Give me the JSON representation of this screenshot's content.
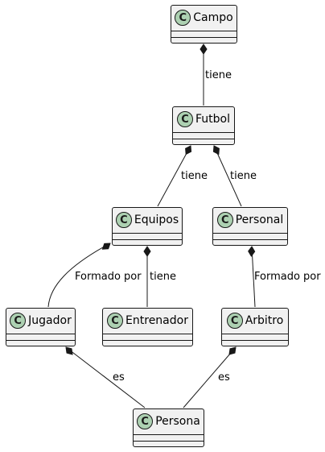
{
  "diagram": {
    "stereotype_glyph": "C",
    "classes": [
      {
        "id": "campo",
        "name": "Campo"
      },
      {
        "id": "futbol",
        "name": "Futbol"
      },
      {
        "id": "equipos",
        "name": "Equipos"
      },
      {
        "id": "personal",
        "name": "Personal"
      },
      {
        "id": "jugador",
        "name": "Jugador"
      },
      {
        "id": "entrenador",
        "name": "Entrenador"
      },
      {
        "id": "arbitro",
        "name": "Arbitro"
      },
      {
        "id": "persona",
        "name": "Persona"
      }
    ],
    "relations": [
      {
        "from": "campo",
        "to": "futbol",
        "type": "composition",
        "label": "tiene"
      },
      {
        "from": "futbol",
        "to": "equipos",
        "type": "composition",
        "label": "tiene"
      },
      {
        "from": "futbol",
        "to": "personal",
        "type": "composition",
        "label": "tiene"
      },
      {
        "from": "equipos",
        "to": "jugador",
        "type": "composition",
        "label": "Formado por"
      },
      {
        "from": "equipos",
        "to": "entrenador",
        "type": "composition",
        "label": "tiene"
      },
      {
        "from": "personal",
        "to": "arbitro",
        "type": "composition",
        "label": "Formado por"
      },
      {
        "from": "jugador",
        "to": "persona",
        "type": "composition",
        "label": "es"
      },
      {
        "from": "arbitro",
        "to": "persona",
        "type": "composition",
        "label": "es"
      }
    ]
  },
  "colors": {
    "class_fill": "#f1f1f1",
    "class_border": "#181818",
    "badge_fill": "#add1b2",
    "line": "#181818"
  }
}
